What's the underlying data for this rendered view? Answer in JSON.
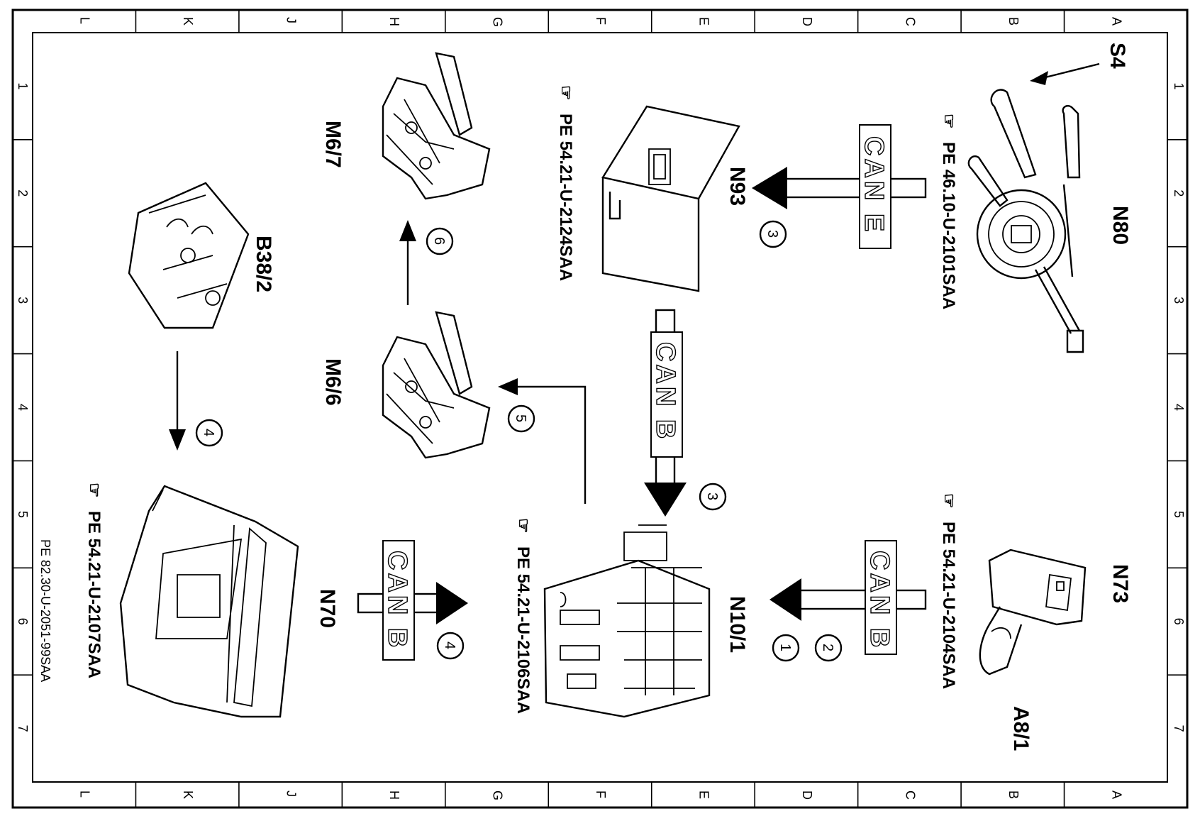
{
  "frame": {
    "columns": [
      "L",
      "K",
      "J",
      "H",
      "G",
      "F",
      "E",
      "D",
      "C",
      "B",
      "A"
    ],
    "rows": [
      "1",
      "2",
      "3",
      "4",
      "5",
      "6",
      "7"
    ],
    "drawing_id": "PE 82.30-U-2051-99SAA"
  },
  "components": {
    "n80": "N80",
    "s4": "S4",
    "n73": "N73",
    "a8_1": "A8/1",
    "n93": "N93",
    "n10_1": "N10/1",
    "m6_7": "M6/7",
    "m6_6": "M6/6",
    "b38_2": "B38/2",
    "n70": "N70"
  },
  "references": {
    "ref_46_10": "PE 46.10-U-2101SAA",
    "ref_54_2124": "PE 54.21-U-2124SAA",
    "ref_54_2104": "PE 54.21-U-2104SAA",
    "ref_54_2106": "PE 54.21-U-2106SAA",
    "ref_54_2107": "PE 54.21-U-2107SAA"
  },
  "buses": {
    "can_e": "CAN E",
    "can_b_vertical": "CAN B",
    "can_b_n73": "CAN B",
    "can_b_n70": "CAN B"
  },
  "step_numbers": {
    "n93_in": "3",
    "n10_in": "3",
    "m6_7_in": "6",
    "m6_6_in": "5",
    "b38_out": "4",
    "n70_out": "4",
    "n73_a": "1",
    "n73_b": "2"
  }
}
